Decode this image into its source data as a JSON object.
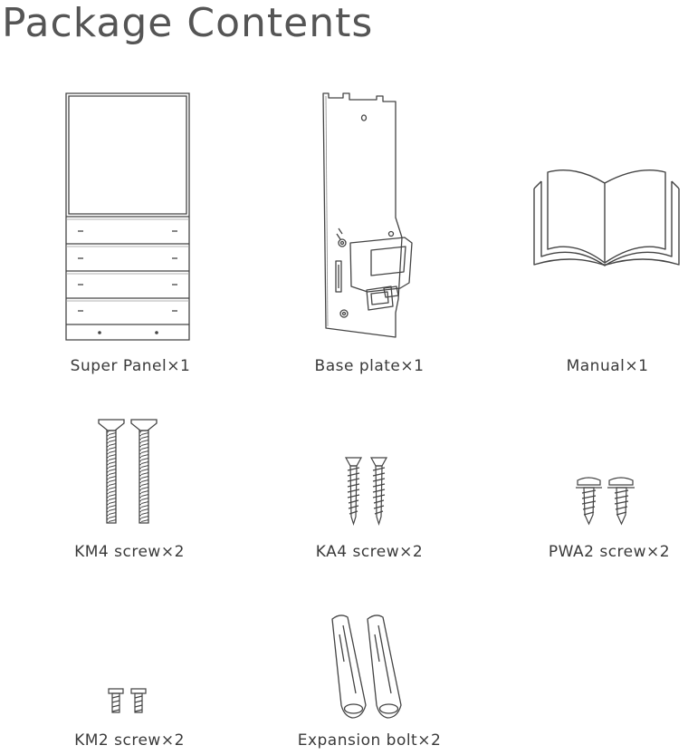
{
  "page": {
    "title": "Package Contents"
  },
  "items": [
    {
      "label": "Super Panel×1",
      "icon": "super-panel-icon"
    },
    {
      "label": "Base plate×1",
      "icon": "base-plate-icon"
    },
    {
      "label": "Manual×1",
      "icon": "manual-icon"
    },
    {
      "label": "KM4 screw×2",
      "icon": "km4-screw-icon"
    },
    {
      "label": "KA4 screw×2",
      "icon": "ka4-screw-icon"
    },
    {
      "label": "PWA2 screw×2",
      "icon": "pwa2-screw-icon"
    },
    {
      "label": "KM2 screw×2",
      "icon": "km2-screw-icon"
    },
    {
      "label": "Expansion bolt×2",
      "icon": "expansion-bolt-icon"
    }
  ]
}
